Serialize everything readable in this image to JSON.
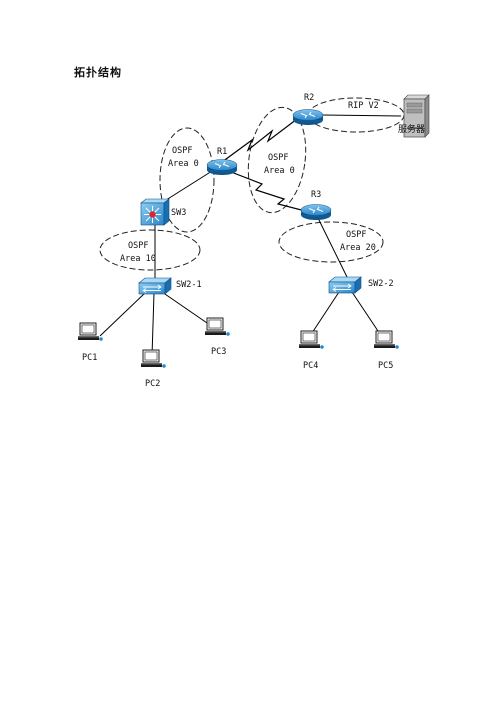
{
  "title": "拓扑结构",
  "devices": {
    "R1": "R1",
    "R2": "R2",
    "R3": "R3",
    "SW3": "SW3",
    "SW2_1": "SW2-1",
    "SW2_2": "SW2-2",
    "server": "服务器",
    "PC1": "PC1",
    "PC2": "PC2",
    "PC3": "PC3",
    "PC4": "PC4",
    "PC5": "PC5"
  },
  "areas": {
    "area0_left": {
      "line1": "OSPF",
      "line2": "Area 0"
    },
    "area0_mid": {
      "line1": "OSPF",
      "line2": "Area 0"
    },
    "area10": {
      "line1": "OSPF",
      "line2": "Area 10"
    },
    "area20": {
      "line1": "OSPF",
      "line2": "Area 20"
    },
    "rip": {
      "line1": "RIP V2"
    }
  },
  "colors": {
    "router": "#1e7fc0",
    "switch": "#2b8fd0",
    "link": "#000000",
    "zone": "#222222"
  }
}
